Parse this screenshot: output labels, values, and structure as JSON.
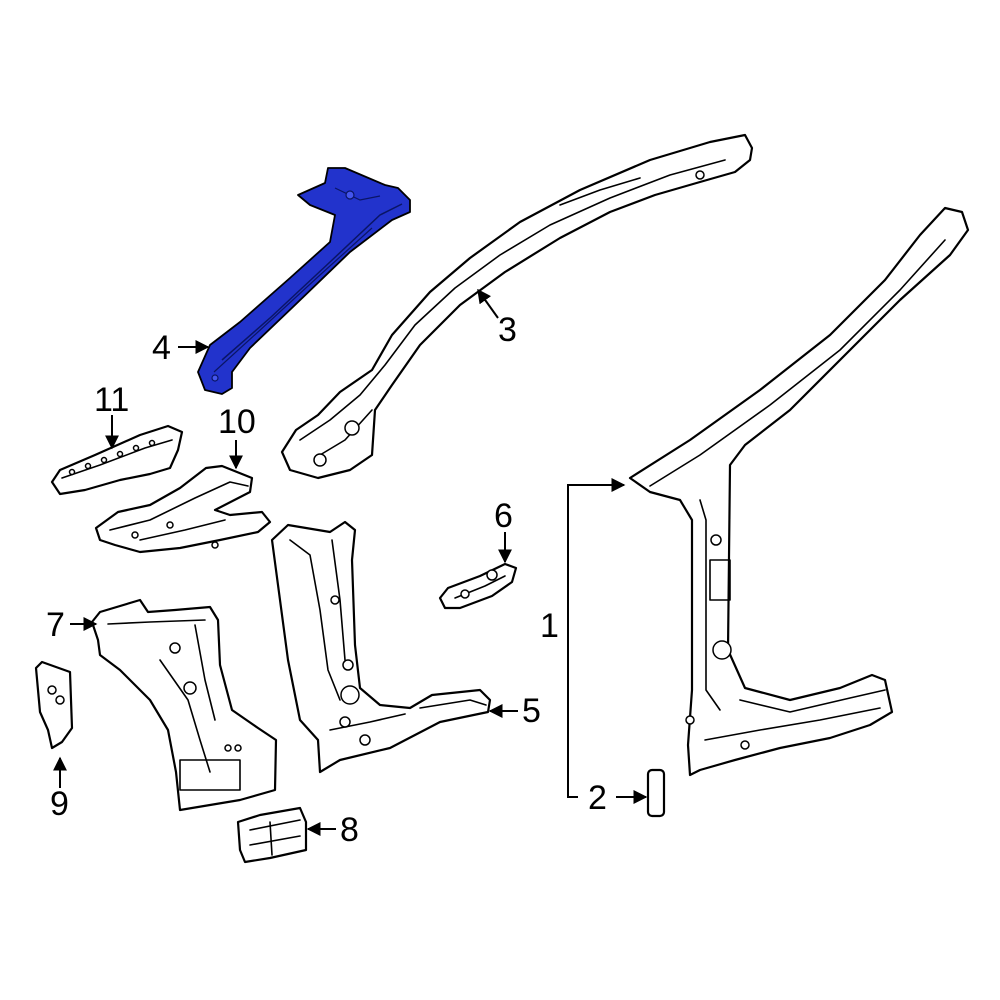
{
  "callouts": {
    "c1": "1",
    "c2": "2",
    "c3": "3",
    "c4": "4",
    "c5": "5",
    "c6": "6",
    "c7": "7",
    "c8": "8",
    "c9": "9",
    "c10": "10",
    "c11": "11"
  },
  "colors": {
    "highlight": "#2233cc",
    "line": "#000000",
    "background": "#ffffff"
  }
}
